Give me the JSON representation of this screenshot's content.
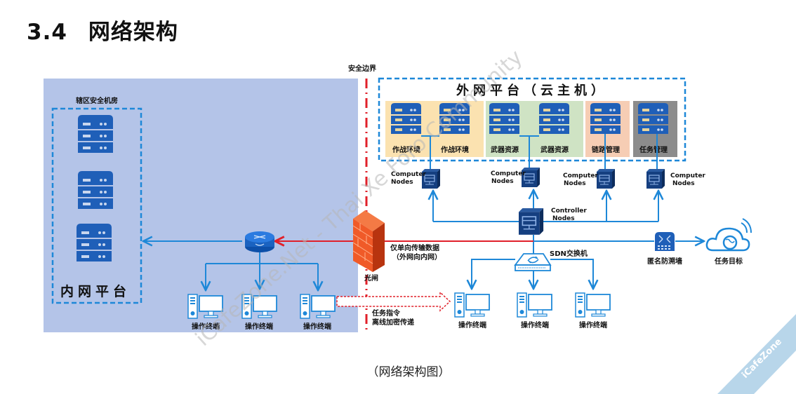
{
  "heading": {
    "number": "3.4",
    "title": "网络架构"
  },
  "caption": "（网络架构图）",
  "colors": {
    "inner_bg": "#b4c4e8",
    "primary_blue": "#1f5fb8",
    "line_blue": "#1e88d8",
    "boundary_red": "#e0202a",
    "firewall_orange": "#f05a28",
    "combat_env_bg": "#fbe2b0",
    "weapon_res_bg": "#cfe3c4",
    "link_mgmt_bg": "#f6cdb4",
    "task_mgmt_bg": "#8c8c8c"
  },
  "diagram": {
    "security_boundary_label": "安全边界",
    "inner_network": {
      "room_label": "辖区安全机房",
      "platform_label": "内网平台",
      "servers": [
        "server-1",
        "server-2",
        "server-3"
      ],
      "terminals": [
        "操作终端",
        "操作终端",
        "操作终端"
      ]
    },
    "outer_network": {
      "platform_label": "外网平台（云主机）",
      "groups": [
        {
          "name": "作战环境",
          "servers": [
            "作战环境",
            "作战环境"
          ]
        },
        {
          "name": "武器资源",
          "servers": [
            "武器资源",
            "武器资源"
          ]
        },
        {
          "name": "链路管理",
          "servers": [
            "链路管理"
          ]
        },
        {
          "name": "任务管理",
          "servers": [
            "任务管理"
          ]
        }
      ],
      "compute_nodes": [
        {
          "line1": "Computer",
          "line2": "Nodes"
        },
        {
          "line1": "Computer",
          "line2": "Nodes"
        },
        {
          "line1": "Computer",
          "line2": "Nodes"
        },
        {
          "line1": "Computer",
          "line2": "Nodes"
        }
      ],
      "controller_node": {
        "line1": "Controller",
        "line2": "Nodes"
      },
      "sdn_switch_label": "SDN交换机",
      "terminals": [
        "操作终端",
        "操作终端",
        "操作终端"
      ],
      "anonymous_firewall_label": "匿名防溯墙",
      "task_target_label": "任务目标"
    },
    "gateway": {
      "label": "光闸",
      "note_line1": "仅单向传输数据",
      "note_line2": "（外网向内网）"
    },
    "offline_transfer": {
      "line1": "任务指令",
      "line2": "离线加密传递"
    }
  },
  "watermarks": {
    "main": "iCafeZone.Net - Thai Xe Foro Community",
    "corner": "iCafeZone"
  }
}
